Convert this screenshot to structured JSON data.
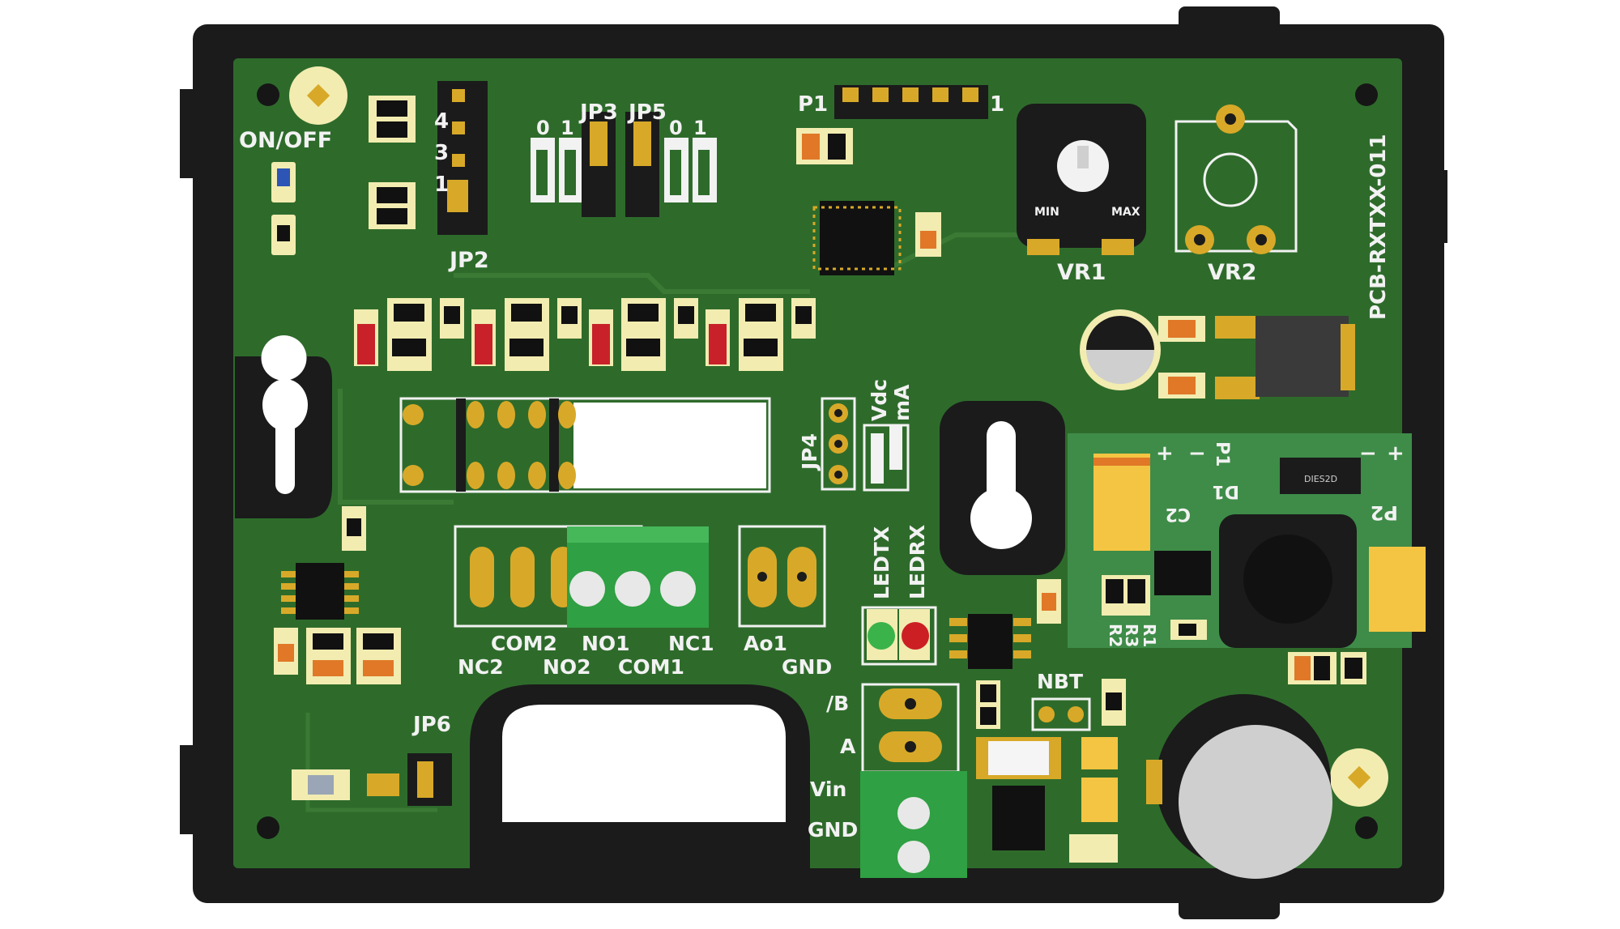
{
  "board": {
    "id_text": "PCB-RXTXX-011",
    "colors": {
      "pcb": "#2e6b2b",
      "enclosure": "#1b1b1b",
      "silkscreen": "#f2f2f2",
      "pad_gold": "#d8a928",
      "terminal_green": "#2fa043"
    }
  },
  "labels": {
    "on_off": "ON/OFF",
    "jp2": "JP2",
    "jp2_pins": [
      "4",
      "3",
      "1"
    ],
    "jp3": "JP3",
    "jp5": "JP5",
    "jp3_pins": [
      "0",
      "1"
    ],
    "jp5_pins": [
      "0",
      "1"
    ],
    "p1": "P1",
    "p1_pin": "1",
    "vr1": "VR1",
    "vr2": "VR2",
    "vr1_min": "MIN",
    "vr1_max": "MAX",
    "jp4": "JP4",
    "vdc": "Vdc",
    "ma": "mA",
    "ledtx": "LEDTX",
    "ledrx": "LEDRX",
    "relay_top": [
      "COM2",
      "NO1",
      "NC1"
    ],
    "relay_bottom": [
      "NC2",
      "NO2",
      "COM1"
    ],
    "analog_top": "Ao1",
    "analog_bottom": "GND",
    "nbt": "NBT",
    "jp6": "JP6",
    "bus_b": "/B",
    "bus_a": "A",
    "vin": "Vin",
    "gnd": "GND",
    "submodule": {
      "p1": "P1",
      "p2": "P2",
      "d1": "D1",
      "c2": "C2",
      "r1": "R1",
      "r2": "R2",
      "r3": "R3",
      "diode_marking": "DIES2D",
      "plus": "+",
      "minus": "−"
    }
  },
  "icons": [
    "mounting-hole-icon",
    "keyhole-slot-icon",
    "potentiometer-icon",
    "terminal-block-icon",
    "led-icon",
    "capacitor-icon",
    "inductor-icon",
    "ic-chip-icon"
  ]
}
